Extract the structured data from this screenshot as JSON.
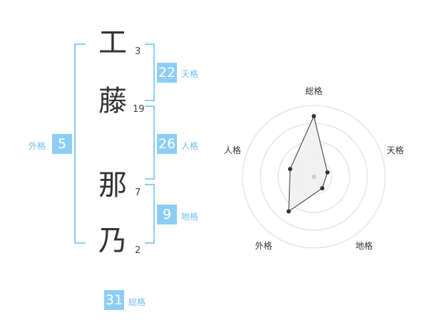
{
  "name": {
    "characters": [
      {
        "char": "工",
        "strokes": "3"
      },
      {
        "char": "藤",
        "strokes": "19"
      },
      {
        "char": "那",
        "strokes": "7"
      },
      {
        "char": "乃",
        "strokes": "2"
      }
    ]
  },
  "scores": {
    "tenkaku": {
      "value": "22",
      "label": "天格"
    },
    "jinkaku": {
      "value": "26",
      "label": "人格"
    },
    "chikaku": {
      "value": "9",
      "label": "地格"
    },
    "gaikaku": {
      "value": "5",
      "label": "外格"
    },
    "soukaku": {
      "value": "31",
      "label": "総格"
    }
  },
  "colors": {
    "accent": "#8ccdf6",
    "accent_text": "#6fbef2",
    "radar_fill": "#eeeeee",
    "radar_line": "#333333"
  },
  "chart_data": {
    "type": "radar",
    "axes": [
      "総格",
      "天格",
      "地格",
      "外格",
      "人格"
    ],
    "values": [
      0.85,
      0.2,
      0.2,
      0.6,
      0.35
    ],
    "rings": 4
  }
}
